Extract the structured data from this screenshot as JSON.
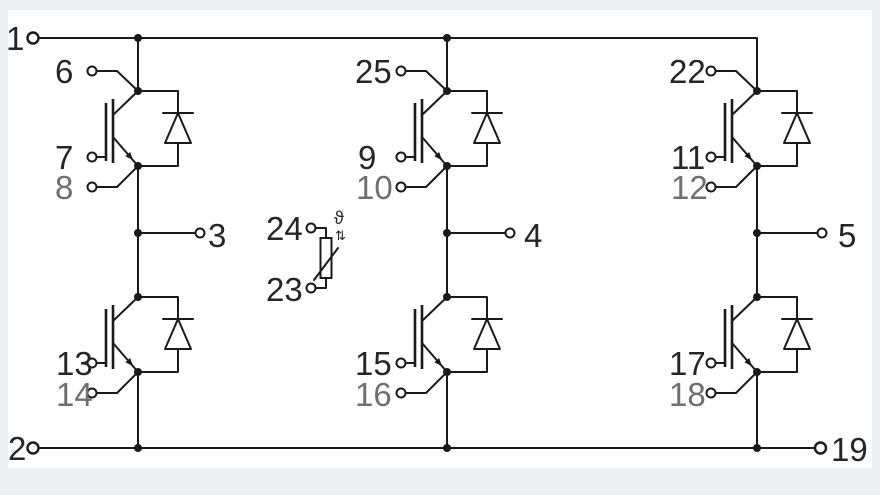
{
  "colors": {
    "line": "#1a1a1a",
    "label": "#262626",
    "label_muted": "#6f6f6f",
    "canvas": "#ffffff",
    "page_background": "#edf0f2"
  },
  "schematic": {
    "kind": "three-phase-igbt-inverter-module-circuit",
    "terminals": {
      "dc_plus": "1",
      "dc_minus_left": "2",
      "dc_minus_right": "19",
      "ac_out_1": "3",
      "ac_out_2": "4",
      "ac_out_3": "5"
    },
    "legs": [
      {
        "ac": "3",
        "top": {
          "collector_aux": "6",
          "gate": "7",
          "emitter_aux": "8"
        },
        "bottom": {
          "gate": "13",
          "emitter_aux": "14"
        }
      },
      {
        "ac": "4",
        "top": {
          "collector_aux": "25",
          "gate": "9",
          "emitter_aux": "10"
        },
        "bottom": {
          "gate": "15",
          "emitter_aux": "16"
        }
      },
      {
        "ac": "5",
        "top": {
          "collector_aux": "22",
          "gate": "11",
          "emitter_aux": "12"
        },
        "bottom": {
          "gate": "17",
          "emitter_aux": "18"
        }
      }
    ],
    "thermistor": {
      "pin_top": "24",
      "pin_bottom": "23",
      "temperature_symbol": "ϑ",
      "variation_symbol": "⇅"
    }
  }
}
